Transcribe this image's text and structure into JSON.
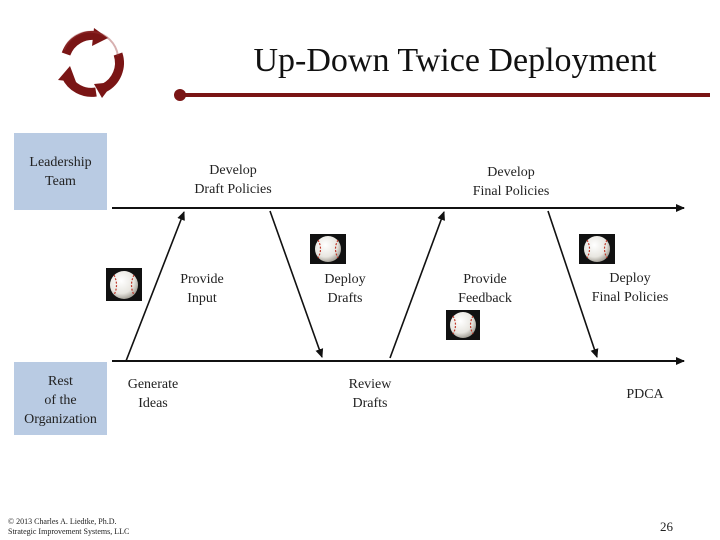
{
  "title": "Up-Down Twice Deployment",
  "lanes": {
    "top": "Leadership Team",
    "bottom_line1": "Rest",
    "bottom_line2": "of the",
    "bottom_line3": "Organization"
  },
  "steps": {
    "develop_draft_line1": "Develop",
    "develop_draft_line2": "Draft Policies",
    "develop_final_line1": "Develop",
    "develop_final_line2": "Final Policies",
    "provide_input_line1": "Provide",
    "provide_input_line2": "Input",
    "deploy_drafts_line1": "Deploy",
    "deploy_drafts_line2": "Drafts",
    "provide_feedback_line1": "Provide",
    "provide_feedback_line2": "Feedback",
    "deploy_final_line1": "Deploy",
    "deploy_final_line2": "Final Policies",
    "generate_ideas_line1": "Generate",
    "generate_ideas_line2": "Ideas",
    "review_drafts_line1": "Review",
    "review_drafts_line2": "Drafts",
    "pdca": "PDCA"
  },
  "footer": {
    "line1": "© 2013 Charles A. Liedtke, Ph.D.",
    "line2": "Strategic Improvement Systems, LLC"
  },
  "page_number": "26",
  "colors": {
    "accent": "#7a1515",
    "lane_box": "#b9cbe3",
    "line": "#222222"
  },
  "icons": [
    "cycle-arrows-icon",
    "baseball-icon"
  ]
}
